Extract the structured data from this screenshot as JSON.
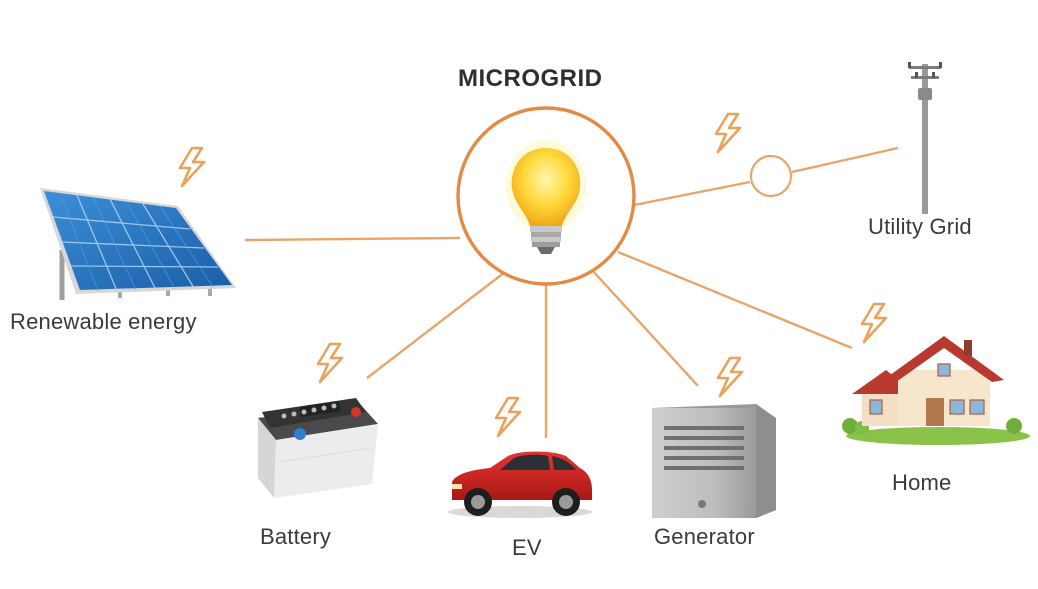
{
  "diagram": {
    "title": "MICROGRID",
    "nodes": {
      "renewable": {
        "label": "Renewable energy",
        "icon": "solar-panel-icon"
      },
      "battery": {
        "label": "Battery",
        "icon": "battery-icon"
      },
      "ev": {
        "label": "EV",
        "icon": "car-icon"
      },
      "generator": {
        "label": "Generator",
        "icon": "generator-icon"
      },
      "home": {
        "label": "Home",
        "icon": "house-icon"
      },
      "utility": {
        "label": "Utility Grid",
        "icon": "utility-pole-icon"
      }
    },
    "hub_icon": "light-bulb-icon",
    "connector_icon": "lightning-bolt-icon",
    "colors": {
      "line": "#e8a56b",
      "bolt": "#e9a25c",
      "hub_ring": "#e38a44",
      "text": "#3a3a3a"
    }
  }
}
